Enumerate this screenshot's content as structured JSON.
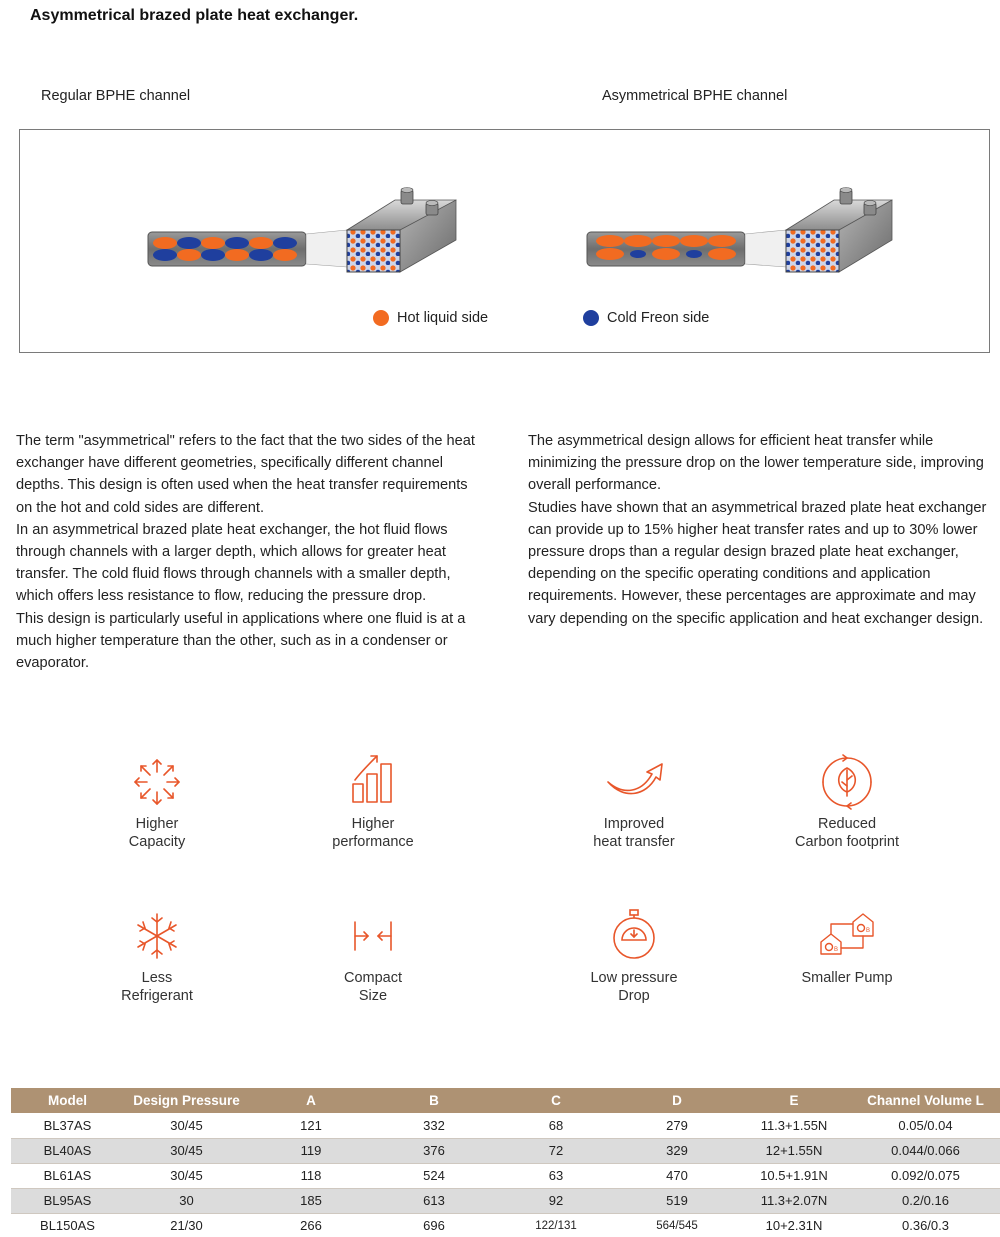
{
  "title": "Asymmetrical brazed plate heat exchanger.",
  "diagram": {
    "left_label": "Regular BPHE channel",
    "right_label": "Asymmetrical BPHE channel",
    "legend": [
      {
        "label": "Hot liquid side",
        "color": "#f26b21"
      },
      {
        "label": "Cold Freon side",
        "color": "#1f3f9e"
      }
    ]
  },
  "text": {
    "left": [
      "The term \"asymmetrical\" refers to the fact that the two sides of the heat exchanger have different geometries, specifically different channel depths. This design is often used when the heat transfer requirements on the hot and cold sides are different.",
      "In an asymmetrical brazed plate heat exchanger, the hot fluid flows through channels with a larger depth, which allows for greater heat transfer. The cold fluid flows through channels with a smaller depth, which offers less resistance to flow, reducing the pressure drop.",
      "This design is particularly useful in applications where one fluid is at a much higher temperature than the other, such as in a condenser or evaporator."
    ],
    "right": [
      "The asymmetrical design allows for efficient heat transfer while minimizing the pressure drop on the lower temperature side, improving overall performance.",
      "Studies have shown that an asymmetrical brazed plate heat exchanger can provide up to 15% higher heat transfer rates and up to 30% lower pressure drops than a regular design brazed plate heat exchanger, depending on the specific operating conditions and application requirements. However, these percentages are approximate and may vary depending on the specific application and heat exchanger design."
    ]
  },
  "features": [
    {
      "label": "Higher\nCapacity",
      "icon": "arrows-out-icon"
    },
    {
      "label": "Higher\nperformance",
      "icon": "bar-growth-icon"
    },
    {
      "label": "Improved\nheat transfer",
      "icon": "curved-arrow-icon"
    },
    {
      "label": "Reduced\nCarbon footprint",
      "icon": "leaf-cycle-icon"
    },
    {
      "label": "Less\nRefrigerant",
      "icon": "snowflake-icon"
    },
    {
      "label": "Compact\nSize",
      "icon": "compress-icon"
    },
    {
      "label": "Low pressure\nDrop",
      "icon": "pressure-gauge-icon"
    },
    {
      "label": "Smaller Pump",
      "icon": "houses-pump-icon"
    }
  ],
  "accent_color": "#e8562a",
  "table": {
    "headers": [
      "Model",
      "Design Pressure",
      "A",
      "B",
      "C",
      "D",
      "E",
      "Channel Volume L"
    ],
    "rows": [
      [
        "BL37AS",
        "30/45",
        "121",
        "332",
        "68",
        "279",
        "11.3+1.55N",
        "0.05/0.04"
      ],
      [
        "BL40AS",
        "30/45",
        "119",
        "376",
        "72",
        "329",
        "12+1.55N",
        "0.044/0.066"
      ],
      [
        "BL61AS",
        "30/45",
        "118",
        "524",
        "63",
        "470",
        "10.5+1.91N",
        "0.092/0.075"
      ],
      [
        "BL95AS",
        "30",
        "185",
        "613",
        "92",
        "519",
        "11.3+2.07N",
        "0.2/0.16"
      ],
      [
        "BL150AS",
        "21/30",
        "266",
        "696",
        "122/131",
        "564/545",
        "10+2.31N",
        "0.36/0.3"
      ]
    ]
  }
}
